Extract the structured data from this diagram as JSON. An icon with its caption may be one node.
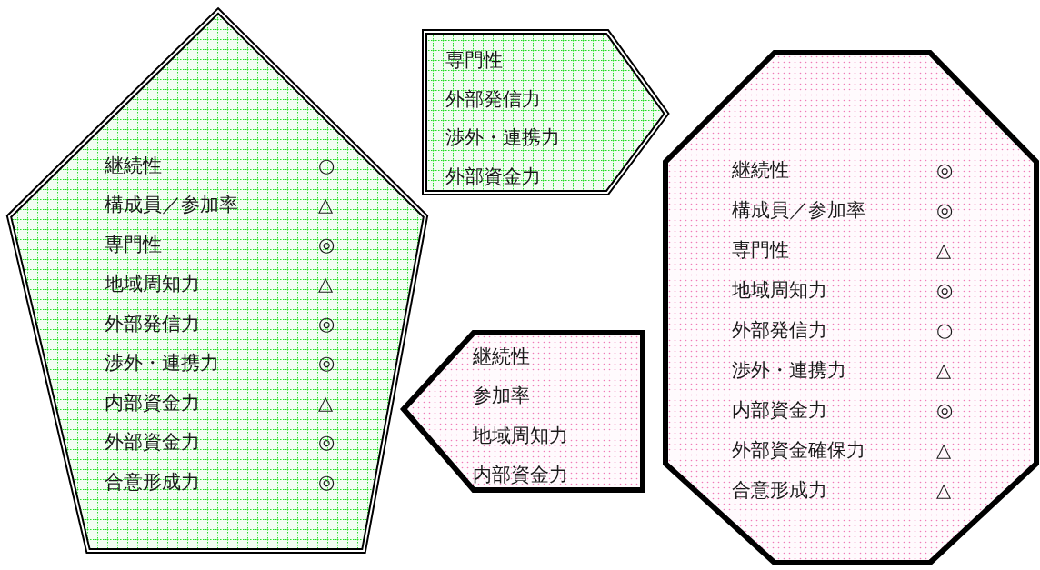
{
  "diagram": {
    "nodes": [
      {
        "text": [
          "継続性",
          "○",
          "構成員／参加率",
          "△",
          "専門性",
          "◎",
          "地域周知力",
          "△",
          "外部発信力",
          "◎",
          "渉外・連携力",
          "◎",
          "内部資金力",
          "△",
          "外部資金力",
          "◎",
          "合意形成力",
          "◎"
        ]
      },
      {
        "text": [
          "専門性",
          "外部発信力",
          "渉外・連携力",
          "外部資金力"
        ]
      },
      {
        "text": [
          "継続性",
          "◎",
          "構成員／参加率",
          "◎",
          "専門性",
          "△",
          "地域周知力",
          "◎",
          "外部発信力",
          "○",
          "渉外・連携力",
          "△",
          "内部資金力",
          "◎",
          "外部資金確保力",
          "△",
          "合意形成力",
          "△"
        ]
      },
      {
        "text": [
          "継続性",
          "参加率",
          "地域周知力",
          "内部資金力"
        ]
      }
    ]
  }
}
